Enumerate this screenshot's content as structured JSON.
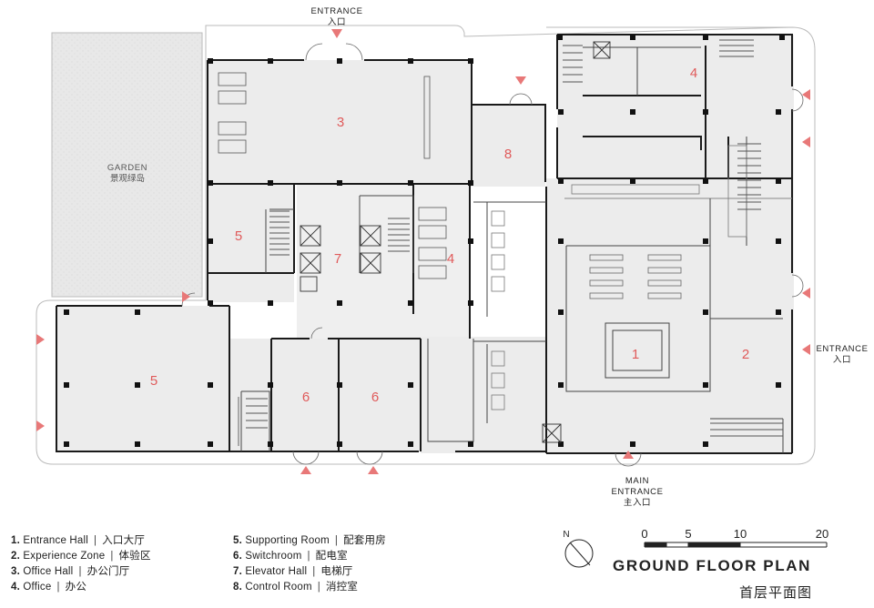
{
  "garden": {
    "label_en": "GARDEN",
    "label_cn": "景观绿岛"
  },
  "entrances": {
    "top_en": "ENTRANCE",
    "top_cn": "入口",
    "right_en": "ENTRANCE",
    "right_cn": "入口",
    "main_line1": "MAIN",
    "main_line2": "ENTRANCE",
    "main_cn": "主入口"
  },
  "room_numbers": {
    "office_hall": "3",
    "control_room": "8",
    "office_top_right": "4",
    "supporting_top": "5",
    "elevator_hall": "7",
    "office_mid": "4",
    "entrance_hall": "1",
    "experience_zone": "2",
    "supporting_big": "5",
    "switch_a": "6",
    "switch_b": "6"
  },
  "legend": {
    "sep": "|",
    "col1": [
      {
        "num": "1.",
        "en": "Entrance Hall",
        "cn": "入口大厅"
      },
      {
        "num": "2.",
        "en": "Experience Zone",
        "cn": "体验区"
      },
      {
        "num": "3.",
        "en": "Office Hall",
        "cn": "办公门厅"
      },
      {
        "num": "4.",
        "en": "Office",
        "cn": "办公"
      }
    ],
    "col2": [
      {
        "num": "5.",
        "en": "Supporting Room",
        "cn": "配套用房"
      },
      {
        "num": "6.",
        "en": "Switchroom",
        "cn": "配电室"
      },
      {
        "num": "7.",
        "en": "Elevator Hall",
        "cn": "电梯厅"
      },
      {
        "num": "8.",
        "en": "Control Room",
        "cn": "消控室"
      }
    ]
  },
  "scale": {
    "t0": "0",
    "t1": "5",
    "t2": "10",
    "t3": "20"
  },
  "north": "N",
  "title": {
    "en": "GROUND FLOOR PLAN",
    "cn": "首层平面图"
  },
  "colors": {
    "room_number": "#e05a5a",
    "arrow": "#e87878",
    "wall": "#1a1a1a",
    "floor": "#ececec",
    "garden": "#e6e6e6"
  }
}
